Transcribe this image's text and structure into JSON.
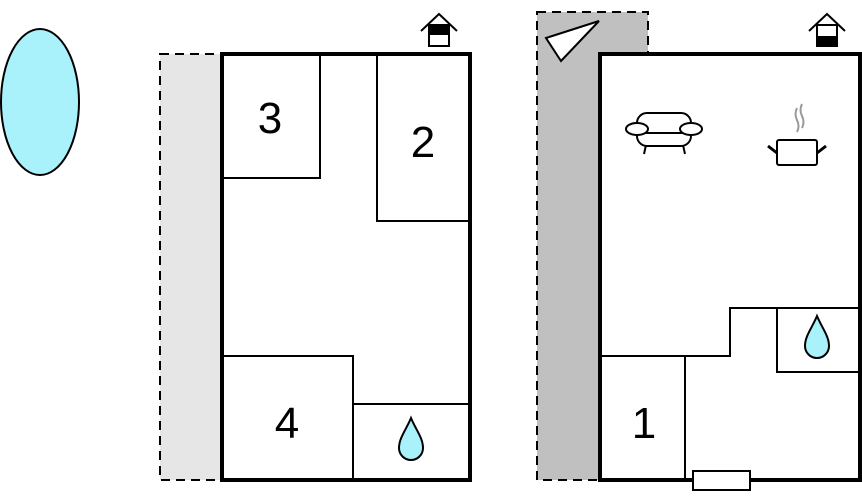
{
  "floors": [
    {
      "name": "upper-floor",
      "rooms": [
        {
          "label": "3"
        },
        {
          "label": "2"
        },
        {
          "label": "4"
        }
      ],
      "floor_indicator": "upper"
    },
    {
      "name": "ground-floor",
      "rooms": [
        {
          "label": "1"
        }
      ],
      "floor_indicator": "ground"
    }
  ],
  "colors": {
    "water": "#a9f1fb",
    "terrace_light": "#e6e6e6",
    "terrace_dark": "#c0c0c0"
  },
  "icons": [
    "pool-icon",
    "shower-icon",
    "sofa-icon",
    "kitchen-pot-icon",
    "compass-icon",
    "house-floor-icon"
  ]
}
